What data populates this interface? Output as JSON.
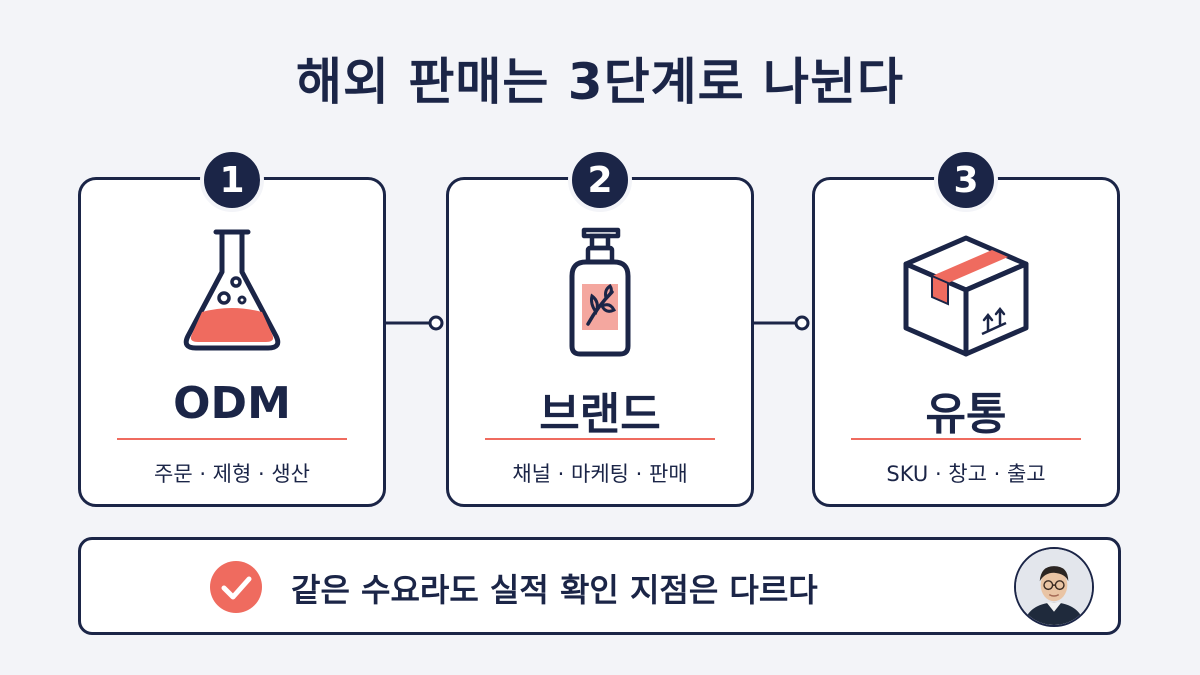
{
  "title": "해외 판매는 3단계로 나뉜다",
  "steps": [
    {
      "number": "1",
      "title": "ODM",
      "subtitle": "주문 · 제형 · 생산",
      "icon": "flask-icon"
    },
    {
      "number": "2",
      "title": "브랜드",
      "subtitle": "채널 · 마케팅 · 판매",
      "icon": "pump-bottle-icon"
    },
    {
      "number": "3",
      "title": "유통",
      "subtitle": "SKU · 창고 · 출고",
      "icon": "box-icon"
    }
  ],
  "footer": {
    "text": "같은 수요라도 실적 확인 지점은 다르다",
    "icon": "check-circle-icon"
  },
  "colors": {
    "navy": "#1b2547",
    "accent": "#ef6b5f",
    "background": "#f3f4f8"
  }
}
